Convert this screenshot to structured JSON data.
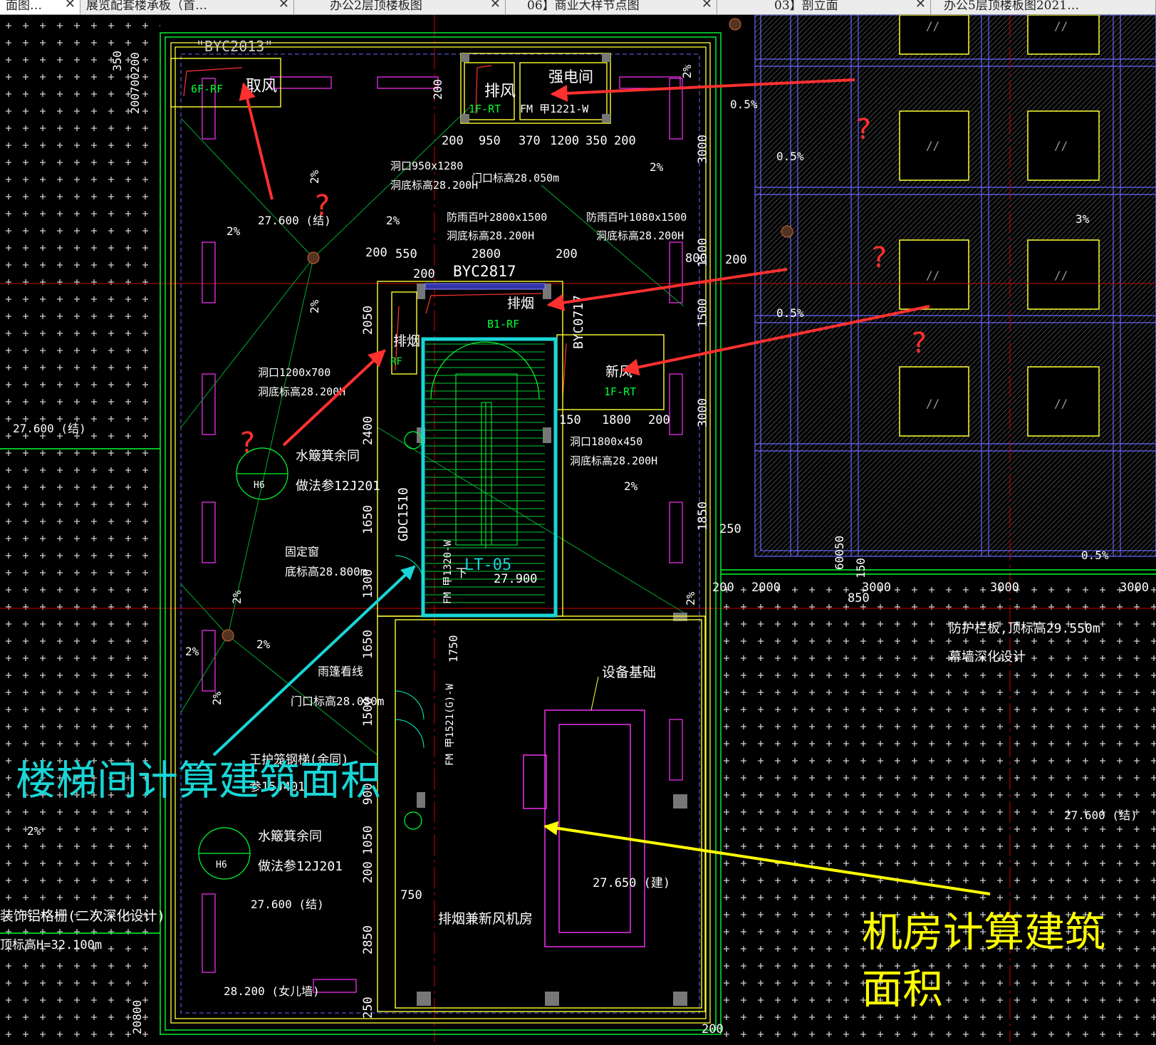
{
  "tabs": [
    {
      "label": "面图…",
      "active": true
    },
    {
      "label": "展览配套楼承板（首…",
      "active": false
    },
    {
      "label": "办公2层顶楼板图",
      "active": false
    },
    {
      "label": "06】商业大样节点图",
      "active": false
    },
    {
      "label": "03】剖立面",
      "active": false
    },
    {
      "label": "办公5层顶楼板图2021…",
      "active": false
    }
  ],
  "tab_close_glyph": "✕",
  "drawing": {
    "window_top": "\"BYC2013\"",
    "fan_6f": "6F-RF",
    "intake_air": "取风",
    "exhaust_1": "排风",
    "fan_1f_rt_top": "1F-RT",
    "fm_door_top": "FM 甲1221-W",
    "electric_room": "强电间",
    "dims_top": [
      "200",
      "950",
      "370",
      "1200",
      "350",
      "200"
    ],
    "left_dims_top": [
      "200700200",
      "350",
      "200"
    ],
    "hole1_size": "洞口950x1280",
    "hole1_elev": "洞底标高28.200H",
    "door_elev_1": "门口标高28.050m",
    "rain_louver_1": "防雨百叶2800x1500",
    "rain_louver_1_elev": "洞底标高28.200H",
    "rain_louver_2": "防雨百叶1080x1500",
    "rain_louver_2_elev": "洞底标高28.200H",
    "elev_struct_1": "27.600 (结)",
    "dims_mid": [
      "200",
      "550",
      "2800",
      "200"
    ],
    "byc2817": "BYC2817",
    "smoke_exhaust": "排烟",
    "fan_b1": "B1-RF",
    "smoke_exhaust_left": "排烟",
    "rf_small": "RF",
    "byc0717": "BYC0717",
    "fresh_air": "新风",
    "fan_1f_rt": "1F-RT",
    "dims_right": [
      "150",
      "1800",
      "200"
    ],
    "hole_1200": "洞口1200x700",
    "hole_1200_elev": "洞底标高28.200H",
    "hole_1800": "洞口1800x450",
    "hole_1800_elev": "洞底标高28.200H",
    "elev_struct_left": "27.600 (结)",
    "water_tank_1": "水簸箕余同",
    "water_tank_1b": "做法参12J201",
    "h6": "H6",
    "fixed_window": "固定窗",
    "fixed_window_elev": "底标高28.800m",
    "gdc": "GDC1510",
    "stair_dir": "下",
    "stair_name": "LT-05",
    "stair_elev": "27.900",
    "fm_stair": "FM 甲1320-W",
    "canopy_line": "雨篷看线",
    "door_elev_2": "门口标高28.050m",
    "fm_lower": "FM 甲1521(G)-W",
    "handrail": "王护笼钢梯(余同)",
    "handrail_b": "参15J401",
    "water_tank_2": "水簸箕余同",
    "water_tank_2b": "做法参12J201",
    "equip_base": "设备基础",
    "elev_build": "27.650 (建)",
    "fan_room": "排烟兼新风机房",
    "dim_750": "750",
    "dim_1750": "1750",
    "elev_struct_low": "27.600 (结)",
    "parapet": "28.200 (女儿墙)",
    "grille": "装饰铝格栅(二次深化设计)",
    "grille_elev": "顶标高H=32.100m",
    "guard_panel": "防护栏板,顶标高29.550m",
    "curtain_wall": "幕墙深化设计",
    "elev_struct_right": "27.600 (结)",
    "slope_2": "2%",
    "slope_05": "0.5%",
    "slope_3": "3%",
    "dims_right_vertical": [
      "3000",
      "1500",
      "800",
      "1500",
      "3000",
      "1850",
      "250"
    ],
    "dims_bottom_right": [
      "200",
      "2000",
      "850",
      "3000",
      "3000",
      "3000"
    ],
    "dims_left_vertical": [
      "2050",
      "2400",
      "1650",
      "1300",
      "1650",
      "1500",
      "900",
      "1050",
      "200",
      "2850",
      "250"
    ],
    "question": "?",
    "hatch": "//",
    "dim_60050": "60050",
    "dim_150": "150",
    "dim_200_bottom": "200",
    "dim_20800": "20800"
  },
  "annotations": {
    "stair_area": "楼梯间计算建筑面积",
    "machine_area_1": "机房计算建筑",
    "machine_area_2": "面积"
  },
  "colors": {
    "background": "#000000",
    "wall_yellow": "#ffff33",
    "green": "#00ff33",
    "magenta": "#ff33ff",
    "cyan_highlight": "#19d6d6",
    "red_arrow": "#ff3030",
    "yellow_arrow": "#ffff00",
    "grid_red": "#c80000"
  }
}
